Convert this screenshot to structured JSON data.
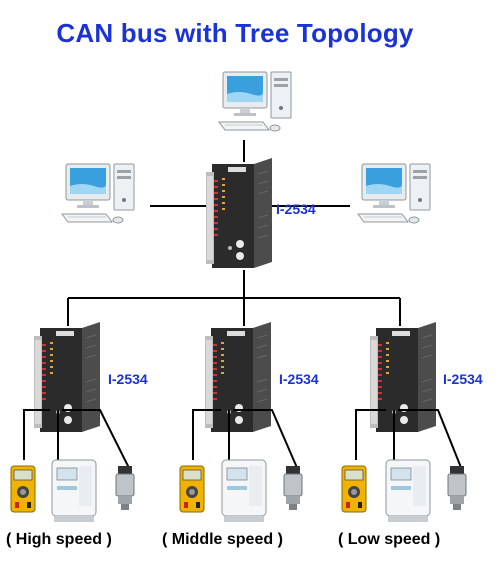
{
  "diagram": {
    "title": "CAN bus with Tree Topology",
    "root_device": {
      "label": "I-2534"
    },
    "leaf_devices": [
      {
        "label": "I-2534",
        "speed_label": "( High speed )"
      },
      {
        "label": "I-2534",
        "speed_label": "( Middle speed )"
      },
      {
        "label": "I-2534",
        "speed_label": "( Low speed )"
      }
    ],
    "colors": {
      "title": "#1a33d6",
      "label": "#1a33d6",
      "lines": "#000000"
    },
    "icons": [
      "pc-icon",
      "i-2534-module-icon",
      "multimeter-icon",
      "power-supply-icon",
      "pressure-sensor-icon"
    ]
  }
}
